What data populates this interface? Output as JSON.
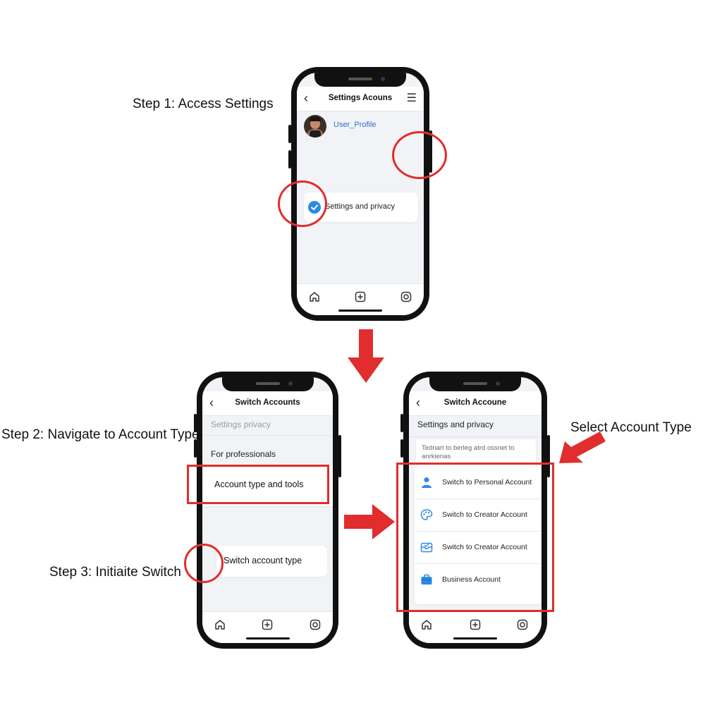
{
  "labels": {
    "step1": "Step 1: Access Settings",
    "step2": "Step 2: Navigate to Account Type",
    "step3": "Step 3: Initiaite Switch",
    "select": "Select Account Type"
  },
  "phone1": {
    "title": "Settings Acouns",
    "username": "User_Profile",
    "settings_item": "Settings and privacy"
  },
  "phone2": {
    "title": "Switch Accounts",
    "section_header": "Settings privacy",
    "group_label": "For professionals",
    "account_item": "Account type and tools",
    "switch_item": "Switch account type"
  },
  "phone3": {
    "title": "Switch Accoune",
    "header": "Settings and privacy",
    "description": "Tednart to berleg atrd ossnet to anrkienas",
    "options": [
      {
        "label": "Switch to Personal Account",
        "icon": "person-icon"
      },
      {
        "label": "Switch to Creator Account",
        "icon": "palette-icon"
      },
      {
        "label": "Switch to Creator Account",
        "icon": "inbox-icon"
      },
      {
        "label": "Business Account",
        "icon": "briefcase-icon"
      }
    ]
  },
  "colors": {
    "accent": "#e12d2d",
    "link": "#2a72c8",
    "check": "#2b8ae6"
  }
}
